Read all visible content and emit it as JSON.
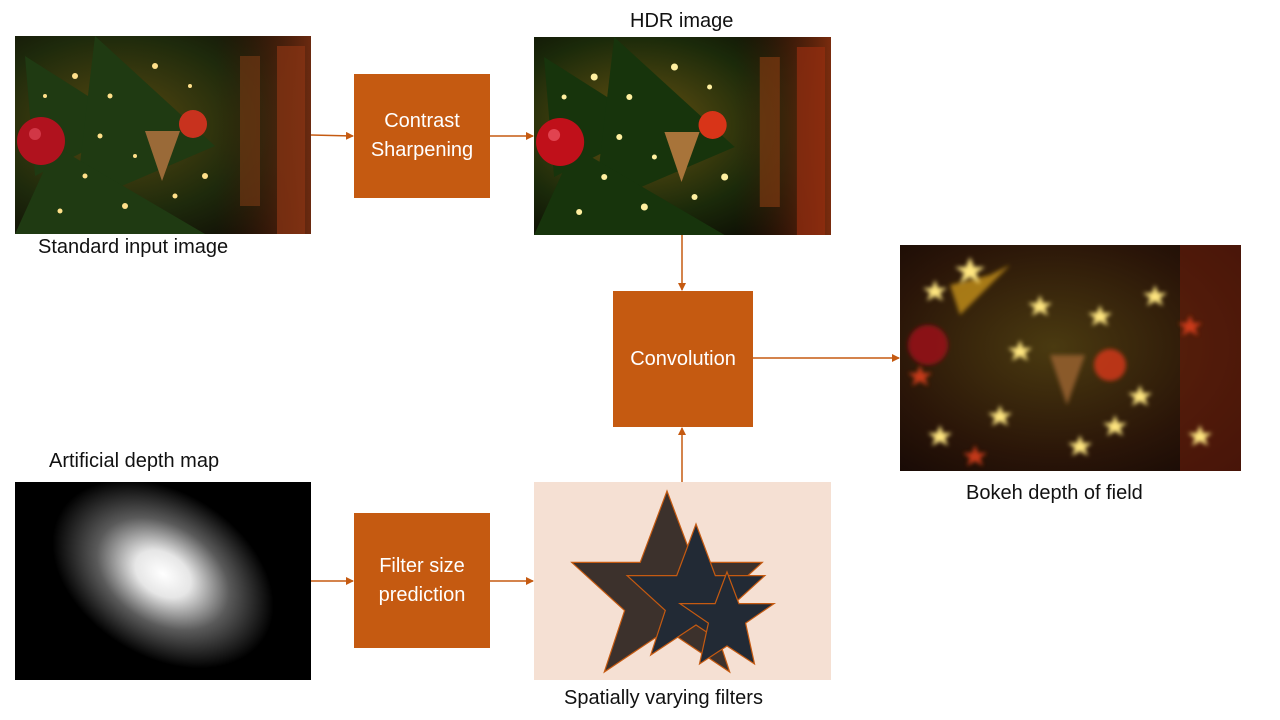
{
  "colors": {
    "process_box": "#c55a11",
    "arrow": "#c55a11",
    "filter_panel_bg": "#f5e0d3",
    "star_back": "#3c312c",
    "star_front": "#222a35",
    "star_stroke": "#c55a11"
  },
  "captions": {
    "standard_input": "Standard input image",
    "hdr": "HDR image",
    "depth_map": "Artificial depth map",
    "bokeh": "Bokeh depth of field",
    "filters": "Spatially varying filters"
  },
  "boxes": {
    "contrast": "Contrast\nSharpening",
    "convolution": "Convolution",
    "filter_size": "Filter size\nprediction"
  },
  "images": {
    "standard_input": "christmas-tree-photo",
    "hdr": "christmas-tree-photo-hdr",
    "depth_map": "radial-gradient-depth-map",
    "bokeh": "bokeh-blurred-photo",
    "filters": "star-shaped-kernels"
  }
}
